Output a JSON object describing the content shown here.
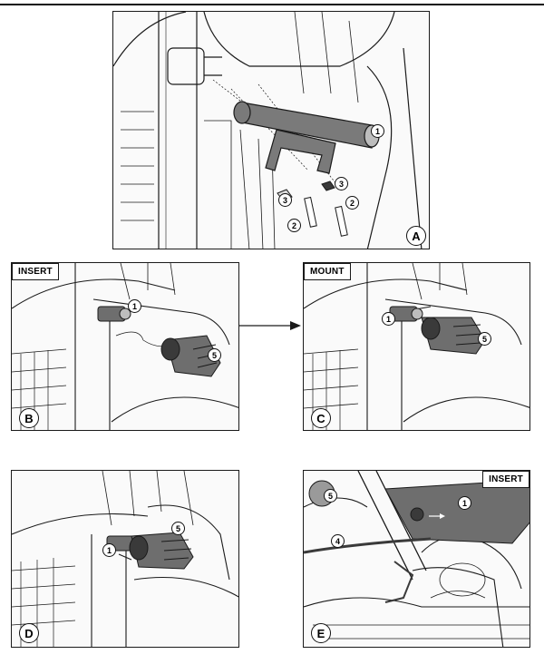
{
  "panels": [
    {
      "id": "A",
      "step": "A",
      "tag": "",
      "callouts": [
        "1",
        "2",
        "2",
        "3",
        "3"
      ]
    },
    {
      "id": "B",
      "step": "B",
      "tag": "INSERT",
      "callouts": [
        "1",
        "5"
      ]
    },
    {
      "id": "C",
      "step": "C",
      "tag": "MOUNT",
      "callouts": [
        "1",
        "5"
      ]
    },
    {
      "id": "D",
      "step": "D",
      "tag": "",
      "callouts": [
        "1",
        "5"
      ]
    },
    {
      "id": "E",
      "step": "E",
      "tag": "INSERT",
      "callouts": [
        "5",
        "1",
        "4"
      ]
    }
  ],
  "colors": {
    "line": "#1a1a1a",
    "part": "#6e6e6e",
    "part_dark": "#3a3a3a",
    "bg": "#fafafa"
  }
}
